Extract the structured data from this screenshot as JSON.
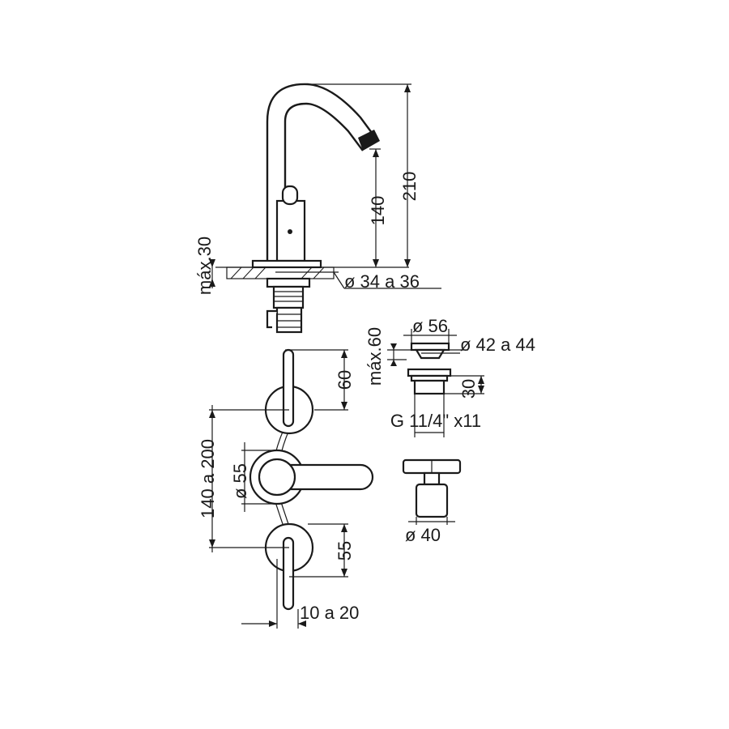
{
  "dimensions": {
    "spout_height_total": "210",
    "spout_outlet_height": "140",
    "max_deck_thickness_top": "máx.30",
    "deck_hole_diameter": "ø 34 a 36",
    "pop_up_flange_diameter": "ø 56",
    "pop_up_hole_diameter": "ø 42 a 44",
    "max_sink_thickness": "máx.60",
    "pop_up_thread_length": "30",
    "pop_up_thread": "G 11/4\" x11",
    "handle_spacing": "140 a 200",
    "top_handle_height": "60",
    "spout_base_diameter": "ø 55",
    "bottom_handle_height": "55",
    "handle_offset": "10 a 20",
    "handle_base_diameter": "ø 40"
  }
}
